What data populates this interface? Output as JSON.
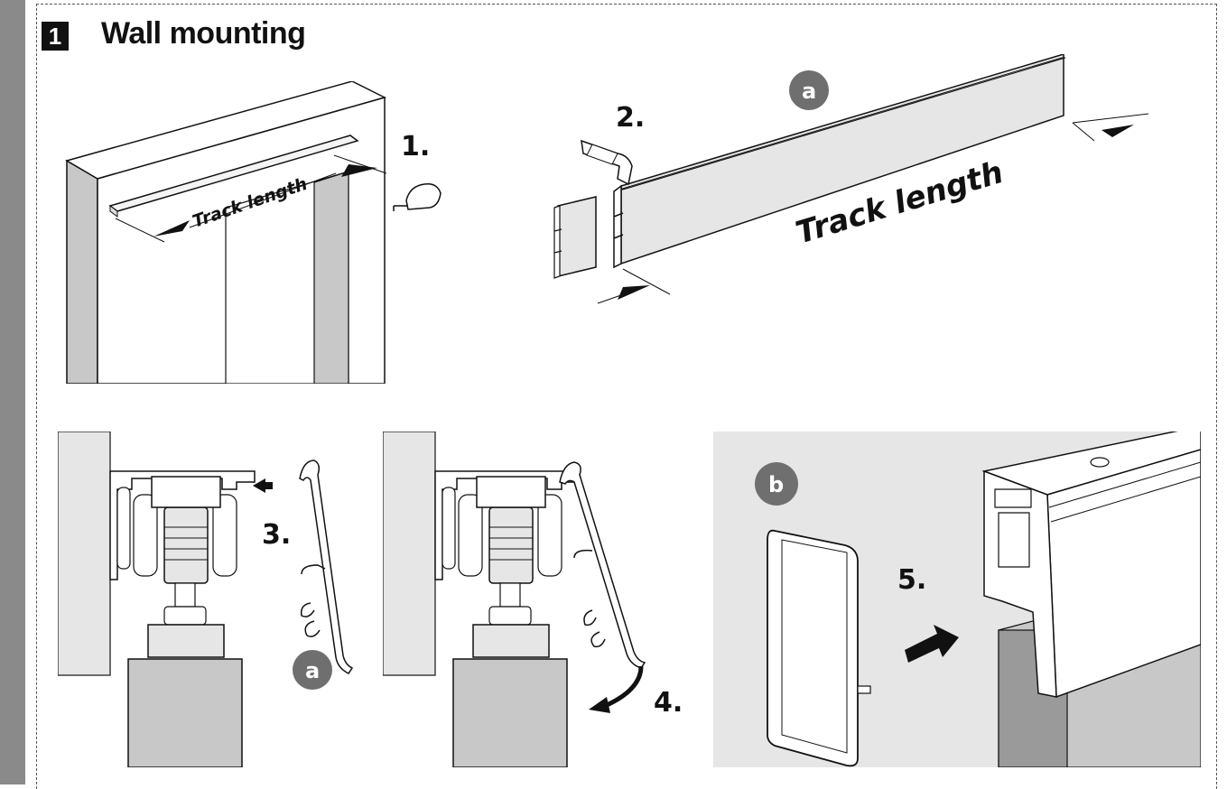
{
  "section": {
    "number": "1",
    "title": "Wall mounting"
  },
  "panels": {
    "measure": {
      "step": "1.",
      "dimension_label": "Track length"
    },
    "cut": {
      "step": "2.",
      "callout": "a",
      "dimension_label": "Track length"
    },
    "clip_on": {
      "step": "3.",
      "callout": "a"
    },
    "rotate": {
      "step": "4."
    },
    "end_cap": {
      "step": "5.",
      "callout": "b"
    }
  },
  "colors": {
    "sidebar": "#8a8a8a",
    "callout_fill": "#6f6f6f",
    "panel_gray": "#e6e6e6",
    "wall_gray": "#c8c8c8"
  }
}
